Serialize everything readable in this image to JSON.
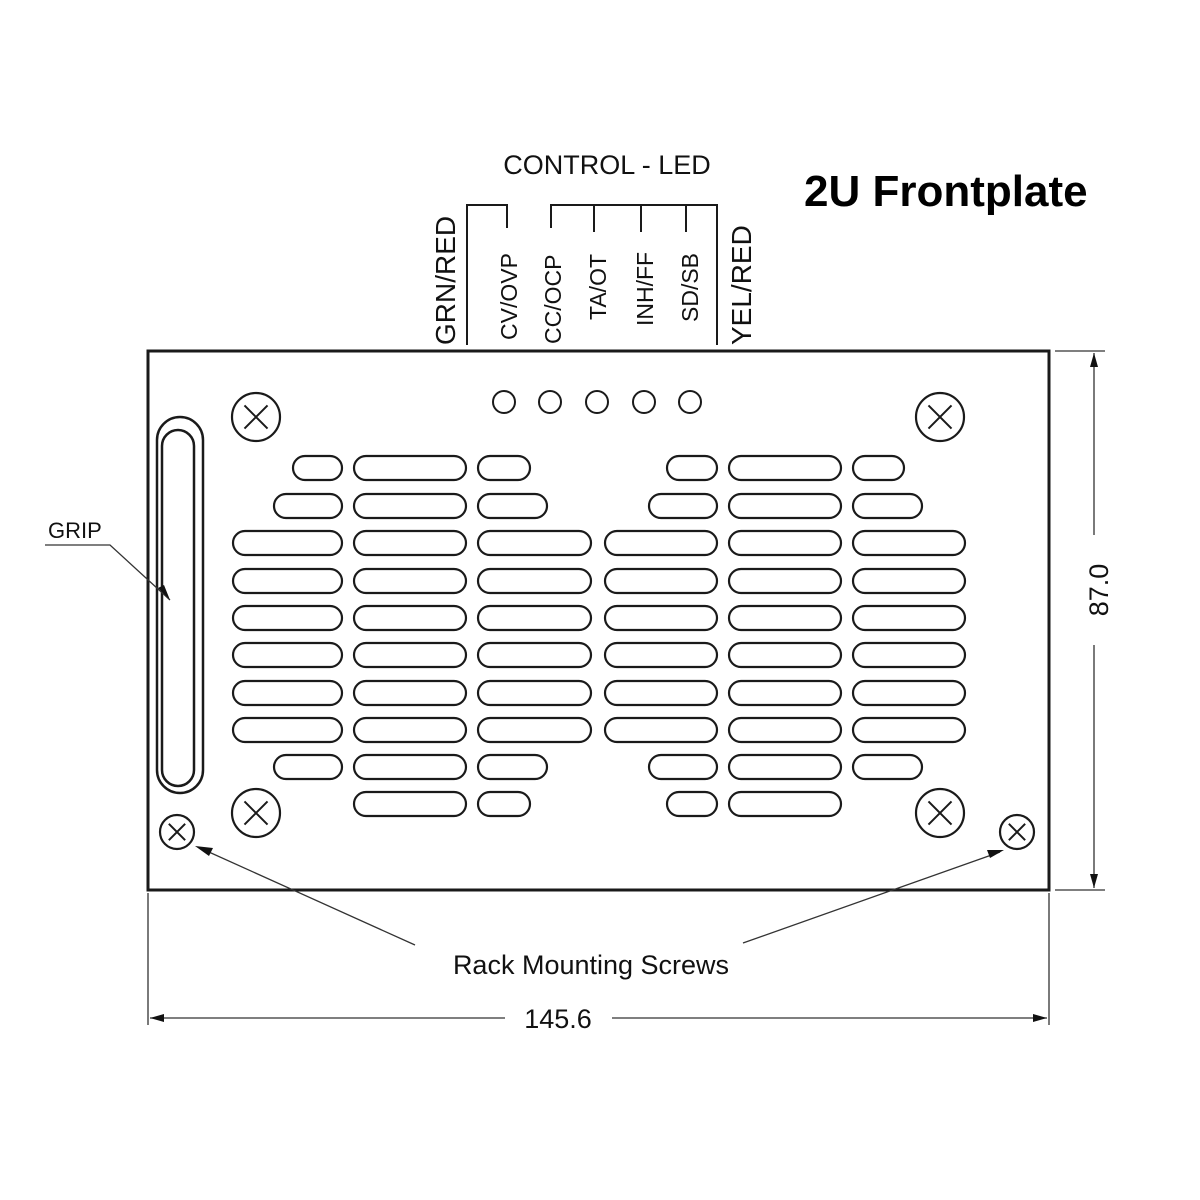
{
  "title": "2U Frontplate",
  "control_led": {
    "heading": "CONTROL - LED",
    "left_color": "GRN/RED",
    "right_color": "YEL/RED",
    "signals": [
      "CV/OVP",
      "CC/OCP",
      "TA/OT",
      "INH/FF",
      "SD/SB"
    ]
  },
  "labels": {
    "grip": "GRIP",
    "rack_screws": "Rack Mounting Screws"
  },
  "dimensions": {
    "width": "145.6",
    "height": "87.0"
  },
  "colors": {
    "line": "#1a1a1a",
    "background": "#ffffff"
  }
}
